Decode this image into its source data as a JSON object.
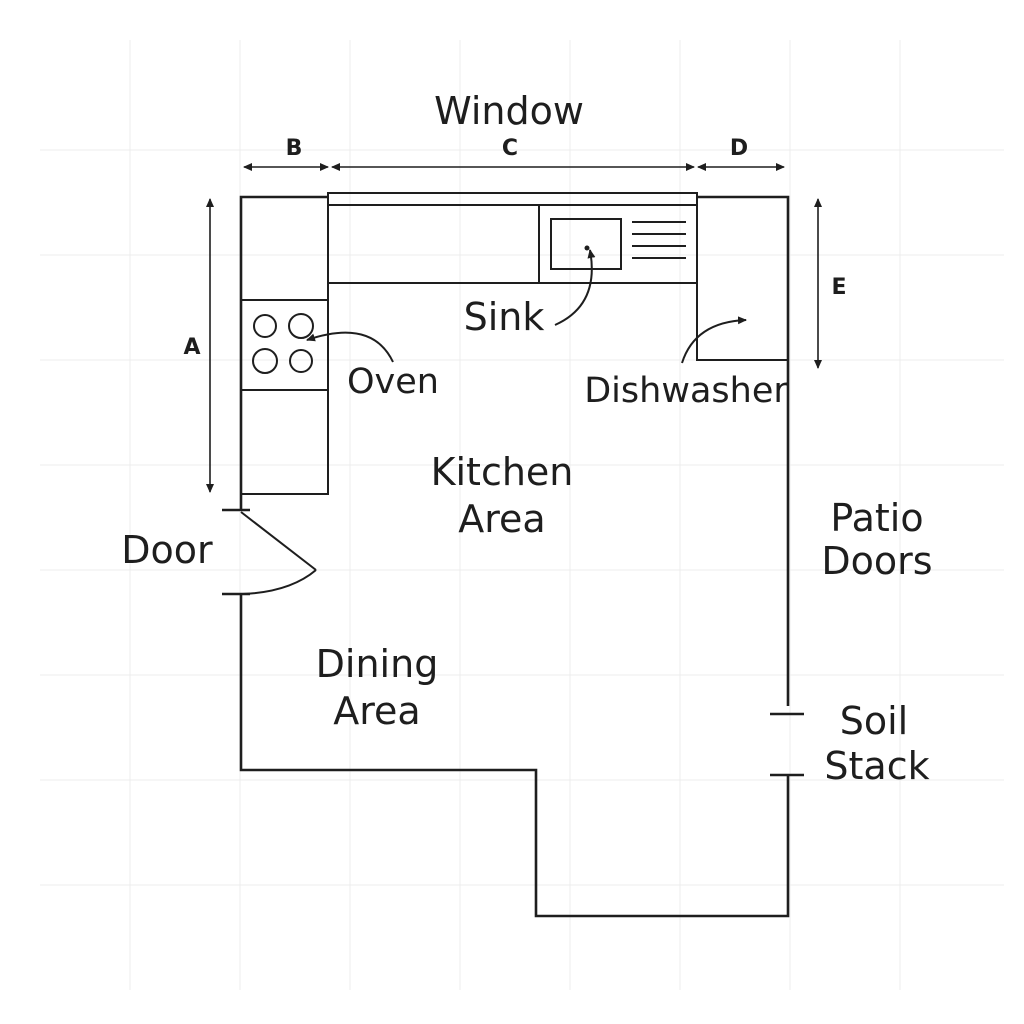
{
  "labels": {
    "window": "Window",
    "sink": "Sink",
    "oven": "Oven",
    "dishwasher": "Dishwasher",
    "kitchen_line1": "Kitchen",
    "kitchen_line2": "Area",
    "door": "Door",
    "patio_line1": "Patio",
    "patio_line2": "Doors",
    "dining_line1": "Dining",
    "dining_line2": "Area",
    "soil_line1": "Soil",
    "soil_line2": "Stack"
  },
  "dimensions": {
    "a": "A",
    "b": "B",
    "c": "C",
    "d": "D",
    "e": "E"
  },
  "colors": {
    "line": "#1e1e1e",
    "grid": "#ececec",
    "background": "#ffffff"
  }
}
